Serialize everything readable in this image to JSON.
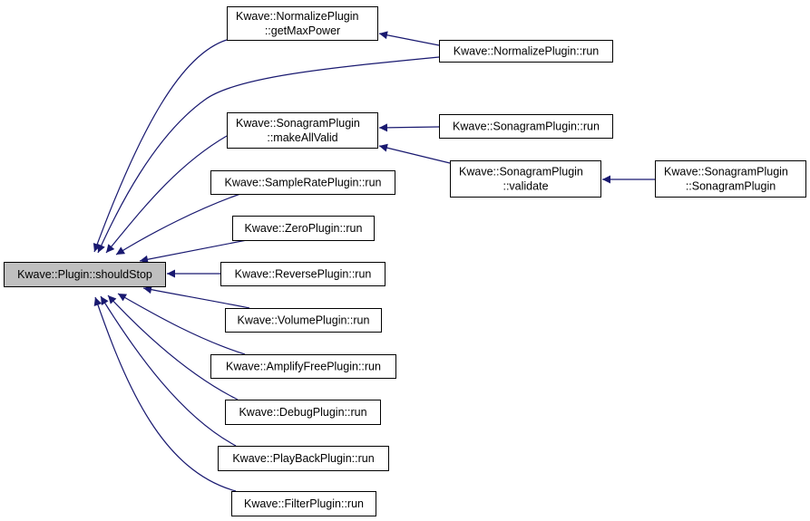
{
  "colors": {
    "edge": "#191970",
    "node_fill": "#ffffff",
    "root_fill": "#bfbfbf",
    "border": "#000000"
  },
  "nodes": {
    "root": {
      "lines": [
        "Kwave::Plugin::shouldStop"
      ],
      "highlight": true
    },
    "norm_max": {
      "lines": [
        "Kwave::NormalizePlugin",
        "::getMaxPower"
      ]
    },
    "norm_run": {
      "lines": [
        "Kwave::NormalizePlugin::run"
      ]
    },
    "sono_valid": {
      "lines": [
        "Kwave::SonagramPlugin",
        "::makeAllValid"
      ]
    },
    "sono_run": {
      "lines": [
        "Kwave::SonagramPlugin::run"
      ]
    },
    "sono_validate": {
      "lines": [
        "Kwave::SonagramPlugin",
        "::validate"
      ]
    },
    "sono_ctor": {
      "lines": [
        "Kwave::SonagramPlugin",
        "::SonagramPlugin"
      ]
    },
    "samplerate": {
      "lines": [
        "Kwave::SampleRatePlugin::run"
      ]
    },
    "zero": {
      "lines": [
        "Kwave::ZeroPlugin::run"
      ]
    },
    "reverse": {
      "lines": [
        "Kwave::ReversePlugin::run"
      ]
    },
    "volume": {
      "lines": [
        "Kwave::VolumePlugin::run"
      ]
    },
    "amplify": {
      "lines": [
        "Kwave::AmplifyFreePlugin::run"
      ]
    },
    "debug": {
      "lines": [
        "Kwave::DebugPlugin::run"
      ]
    },
    "playback": {
      "lines": [
        "Kwave::PlayBackPlugin::run"
      ]
    },
    "filter": {
      "lines": [
        "Kwave::FilterPlugin::run"
      ]
    }
  },
  "edges": [
    {
      "from": "norm_max",
      "to": "root"
    },
    {
      "from": "norm_run",
      "to": "root"
    },
    {
      "from": "sono_valid",
      "to": "root"
    },
    {
      "from": "samplerate",
      "to": "root"
    },
    {
      "from": "zero",
      "to": "root"
    },
    {
      "from": "reverse",
      "to": "root"
    },
    {
      "from": "volume",
      "to": "root"
    },
    {
      "from": "amplify",
      "to": "root"
    },
    {
      "from": "debug",
      "to": "root"
    },
    {
      "from": "playback",
      "to": "root"
    },
    {
      "from": "filter",
      "to": "root"
    },
    {
      "from": "norm_run",
      "to": "norm_max"
    },
    {
      "from": "sono_run",
      "to": "sono_valid"
    },
    {
      "from": "sono_validate",
      "to": "sono_valid"
    },
    {
      "from": "sono_ctor",
      "to": "sono_validate"
    }
  ]
}
